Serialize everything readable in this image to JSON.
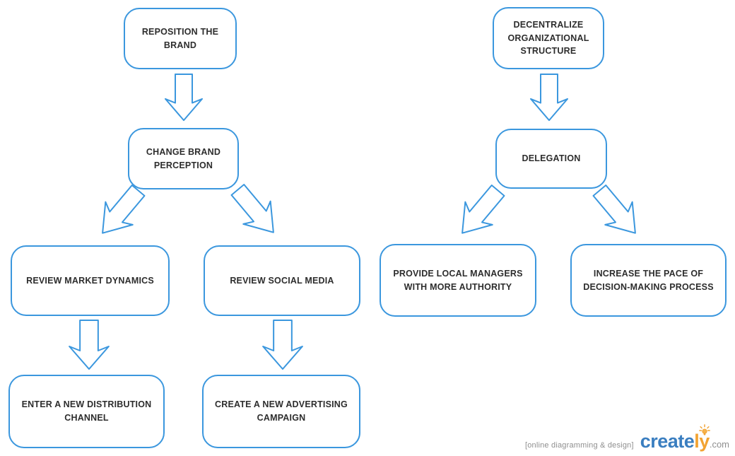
{
  "diagram": {
    "type": "flowchart",
    "colors": {
      "node_border": "#3b97de",
      "node_fill": "#ffffff",
      "node_text": "#2d2d2d",
      "arrow_outline": "#3b97de",
      "logo_blue": "#3a7ec0",
      "logo_orange": "#f2a332",
      "watermark_gray": "#8f8f8f"
    },
    "flows": {
      "brand": {
        "reposition": "REPOSITION THE BRAND",
        "change_perception": "CHANGE BRAND PERCEPTION",
        "review_market": "REVIEW MARKET DYNAMICS",
        "review_social": "REVIEW SOCIAL MEDIA",
        "enter_channel": "ENTER A NEW DISTRIBUTION CHANNEL",
        "create_campaign": "CREATE A NEW ADVERTISING CAMPAIGN"
      },
      "org": {
        "decentralize": "DECENTRALIZE ORGANIZATIONAL STRUCTURE",
        "delegation": "DELEGATION",
        "provide_authority": "PROVIDE LOCAL MANAGERS WITH MORE AUTHORITY",
        "increase_pace": "INCREASE THE PACE OF DECISION-MAKING PROCESS"
      },
      "edges": [
        {
          "from": "reposition",
          "to": "change_perception",
          "style": "block-arrow-down"
        },
        {
          "from": "change_perception",
          "to": "review_market",
          "style": "block-arrow-diagonal-left"
        },
        {
          "from": "change_perception",
          "to": "review_social",
          "style": "block-arrow-diagonal-right"
        },
        {
          "from": "review_market",
          "to": "enter_channel",
          "style": "block-arrow-down"
        },
        {
          "from": "review_social",
          "to": "create_campaign",
          "style": "block-arrow-down"
        },
        {
          "from": "decentralize",
          "to": "delegation",
          "style": "block-arrow-down"
        },
        {
          "from": "delegation",
          "to": "provide_authority",
          "style": "block-arrow-diagonal-left"
        },
        {
          "from": "delegation",
          "to": "increase_pace",
          "style": "block-arrow-diagonal-right"
        }
      ]
    }
  },
  "watermark": {
    "tagline": "[online diagramming & design]",
    "brand_blue": "create",
    "brand_orange": "ly",
    "domain": ".com"
  }
}
